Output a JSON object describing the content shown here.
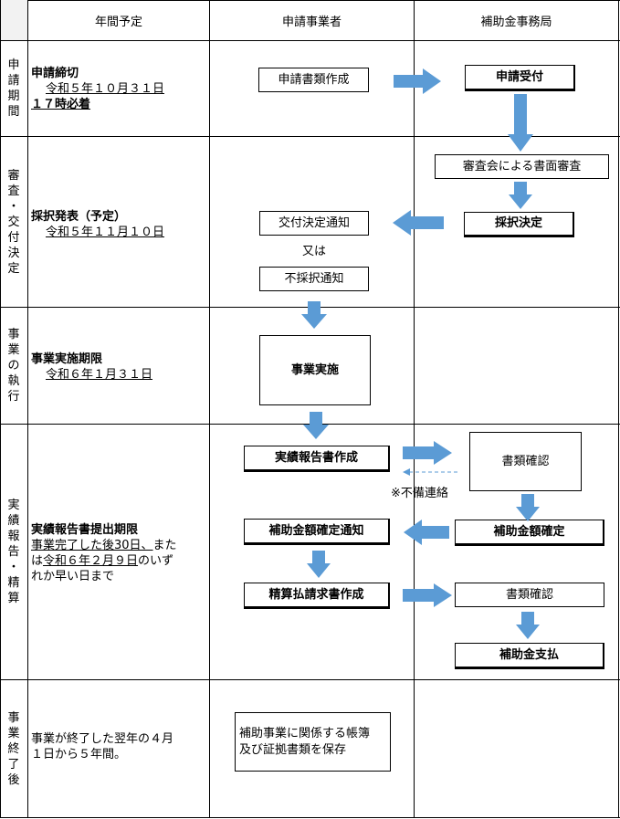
{
  "headers": {
    "col_schedule": "年間予定",
    "col_applicant": "申請事業者",
    "col_office": "補助金事務局"
  },
  "phases": [
    {
      "label": [
        "申",
        "請",
        "期",
        "間"
      ]
    },
    {
      "label": [
        "審",
        "査",
        "・",
        "交",
        "付",
        "決",
        "定"
      ]
    },
    {
      "label": [
        "事",
        "業",
        "の",
        "執",
        "行"
      ]
    },
    {
      "label": [
        "実",
        "績",
        "報",
        "告",
        "・",
        "精",
        "算"
      ]
    },
    {
      "label": [
        "事",
        "業",
        "終",
        "了",
        "後"
      ]
    }
  ],
  "schedule": {
    "deadline_title": "申請締切",
    "deadline_date": "令和５年１０月３１日",
    "deadline_time": "１７時必着",
    "adoption_title": "採択発表（予定）",
    "adoption_date": "令和５年１１月１０日",
    "execution_title": "事業実施期限",
    "execution_date": "令和６年１月３１日",
    "report_title": "実績報告書提出期限",
    "report_line1": "事業完了した後30日、",
    "report_line1b": "また",
    "report_line2a": "は",
    "report_line2b": "令和６年２月９日",
    "report_line2c": "のいず",
    "report_line3": "れか早い日まで",
    "after_line1": "事業が終了した翌年の４月",
    "after_line2": "１日から５年間。"
  },
  "flow": {
    "prepare_docs": "申請書類作成",
    "accept": "申請受付",
    "review": "審査会による書面審査",
    "decision": "採択決定",
    "grant_notice": "交付決定通知",
    "or": "又は",
    "reject_notice": "不採択通知",
    "implement": "事業実施",
    "report_create": "実績報告書作成",
    "doc_check1": "書類確認",
    "deficiency": "※不備連絡",
    "amount_fixed": "補助金額確定",
    "amount_notice": "補助金額確定通知",
    "settle_request": "精算払請求書作成",
    "doc_check2": "書類確認",
    "payment": "補助金支払",
    "retain_line1": "補助事業に関係する帳簿",
    "retain_line2": "及び証拠書類を保存"
  },
  "colors": {
    "arrow": "#5b9bd5",
    "line": "#000000"
  }
}
